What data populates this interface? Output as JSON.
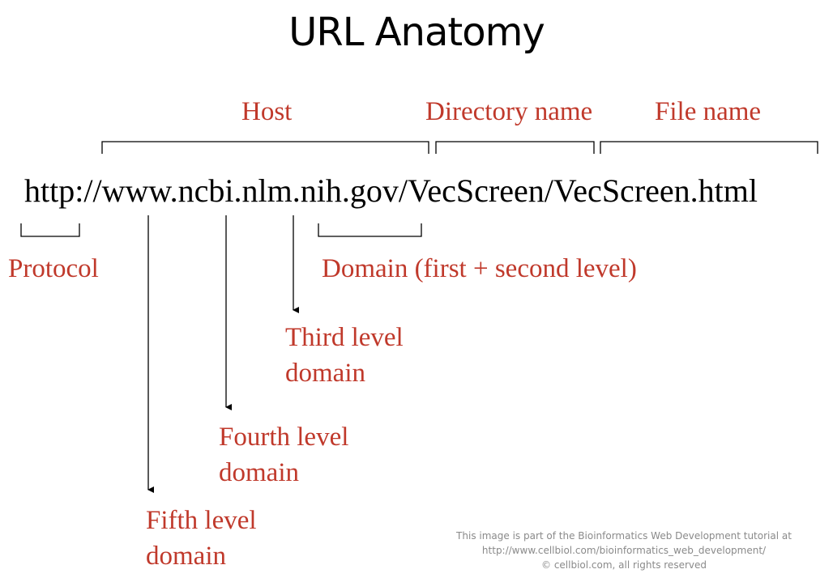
{
  "title": "URL Anatomy",
  "url": "http://www.ncbi.nlm.nih.gov/VecScreen/VecScreen.html",
  "labels": {
    "host": "Host",
    "directory": "Directory name",
    "file": "File name",
    "protocol": "Protocol",
    "domain": "Domain (first + second level)",
    "third_1": "Third level",
    "third_2": "domain",
    "fourth_1": "Fourth level",
    "fourth_2": "domain",
    "fifth_1": "Fifth level",
    "fifth_2": "domain"
  },
  "footer": {
    "line1": "This image is part of the Bioinformatics Web Development tutorial at",
    "line2": "http://www.cellbiol.com/bioinformatics_web_development/",
    "line3": "© cellbiol.com, all rights reserved"
  },
  "colors": {
    "label": "#c0392b",
    "text": "#000000",
    "note": "#8a8a8a"
  }
}
